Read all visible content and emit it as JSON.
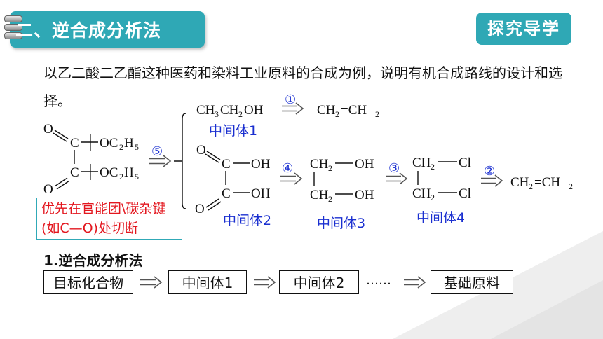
{
  "section": {
    "title": "二、逆合成分析法"
  },
  "badge": {
    "label": "探究导学"
  },
  "intro": {
    "text": "以乙二酸二乙酯这种医药和染料工业原料的合成为例，说明有机合成路线的设计和选择。"
  },
  "scheme": {
    "steps": [
      "①",
      "②",
      "③",
      "④",
      "⑤"
    ],
    "intermediate_labels": [
      "中间体1",
      "中间体2",
      "中间体3",
      "中间体4"
    ],
    "groups": [
      "CH₂",
      "CH₃",
      "OC₂H₅",
      "OH",
      "Cl",
      "C",
      "O"
    ],
    "ethylene": "CH₂=CH₂",
    "ethanol": "CH₃CH₂OH",
    "note": "优先在官能团\\碳杂键(如C—O)处切断"
  },
  "method": {
    "title": "1.逆合成分析法",
    "flow": [
      "目标化合物",
      "中间体1",
      "中间体2",
      "基础原料"
    ],
    "ellipsis": "……"
  }
}
